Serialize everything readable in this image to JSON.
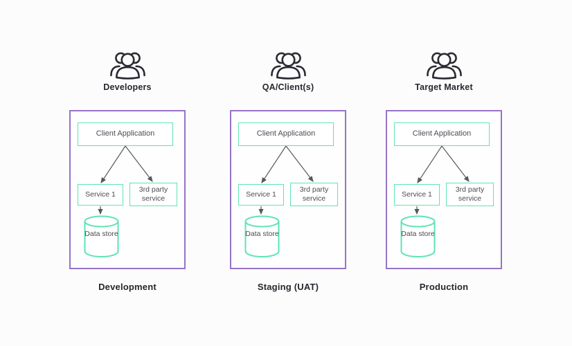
{
  "colors": {
    "background": "#fcfcfc",
    "boundary_border_purple": "#9673c8",
    "node_border_mint": "#5ee4b2",
    "arrow_gray": "#56565e",
    "heading_text": "#26262e",
    "node_text": "#4b4b54",
    "icon_stroke": "#2a2a32"
  },
  "diagram": {
    "edges": [
      {
        "from": "client_application",
        "to": "service_1"
      },
      {
        "from": "client_application",
        "to": "third_party_service"
      },
      {
        "from": "service_1",
        "to": "data_store"
      }
    ]
  },
  "environments": [
    {
      "audience": "Developers",
      "environment_label": "Development",
      "nodes": {
        "client_application": "Client Application",
        "service_1": "Service 1",
        "third_party_service": "3rd party service",
        "data_store": "Data store"
      }
    },
    {
      "audience": "QA/Client(s)",
      "environment_label": "Staging (UAT)",
      "nodes": {
        "client_application": "Client Application",
        "service_1": "Service 1",
        "third_party_service": "3rd party service",
        "data_store": "Data store"
      }
    },
    {
      "audience": "Target Market",
      "environment_label": "Production",
      "nodes": {
        "client_application": "Client Application",
        "service_1": "Service 1",
        "third_party_service": "3rd party service",
        "data_store": "Data store"
      }
    }
  ]
}
